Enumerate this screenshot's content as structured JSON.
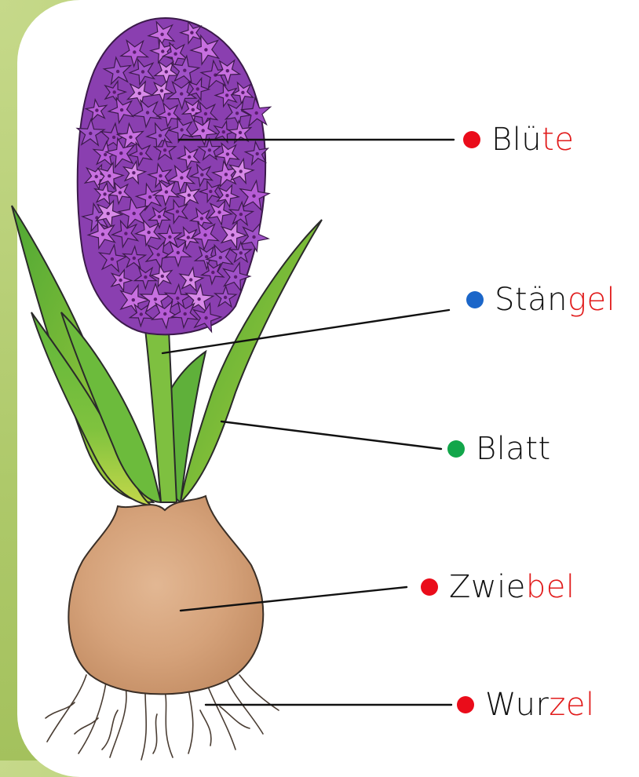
{
  "colors": {
    "dot_red": "#ea0c1a",
    "dot_blue": "#1b66c9",
    "dot_green": "#12a64a",
    "syllable_red": "#e11b1b",
    "background": "#aec96a"
  },
  "labels": [
    {
      "id": "bluete",
      "dot_color": "#ea0c1a",
      "text_black": "Blü",
      "text_red": "te"
    },
    {
      "id": "staengel",
      "dot_color": "#1b66c9",
      "text_black": "Stän",
      "text_red": "gel"
    },
    {
      "id": "blatt",
      "dot_color": "#12a64a",
      "text_black": "Blatt",
      "text_red": ""
    },
    {
      "id": "zwiebel",
      "dot_color": "#ea0c1a",
      "text_black": "Zwie",
      "text_red": "bel"
    },
    {
      "id": "wurzel",
      "dot_color": "#ea0c1a",
      "text_black": "Wur",
      "text_red": "zel"
    }
  ],
  "illustration": "hyacinth-plant"
}
